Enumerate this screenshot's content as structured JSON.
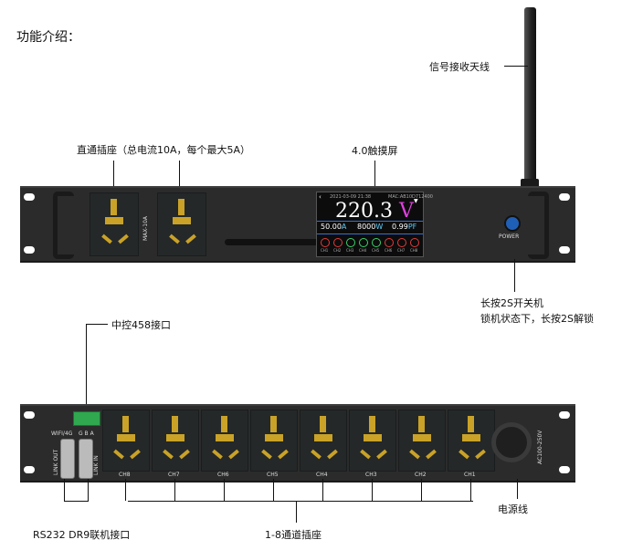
{
  "page": {
    "title": "功能介绍："
  },
  "labels": {
    "antenna": "信号接收天线",
    "direct_sockets": "直通插座（总电流10A，每个最大5A）",
    "touchscreen": "4.0触摸屏",
    "power_line1": "长按2S开关机",
    "power_line2": "锁机状态下，长按2S解锁",
    "controller_port": "中控458接口",
    "rs232": "RS232 DR9联机接口",
    "channel_sockets": "1-8通道插座",
    "power_cord": "电源线"
  },
  "front_panel": {
    "rating": "MAX-10A",
    "power_label": "POWER",
    "screen": {
      "date": "2021-03-09 21:38",
      "mac": "MAC:AB10D712400",
      "voltage": "220.3",
      "voltage_unit": "V",
      "current": "50.00",
      "current_unit": "A",
      "power": "8000",
      "power_unit": "W",
      "pf": "0.99",
      "pf_unit": "PF",
      "channels": [
        "CH1",
        "CH2",
        "CH3",
        "CH4",
        "CH5",
        "CH6",
        "CH7",
        "CH8"
      ],
      "channel_colors": [
        "#e23b3b",
        "#e23b3b",
        "#3bd16b",
        "#3bd16b",
        "#3bd16b",
        "#e23b3b",
        "#e23b3b",
        "#e23b3b"
      ]
    }
  },
  "rear_panel": {
    "wifi": "WIFI/4G",
    "gba": "G B A",
    "link_out": "LINK OUT",
    "link_in": "LINK IN",
    "channels": [
      "CH8",
      "CH7",
      "CH6",
      "CH5",
      "CH4",
      "CH3",
      "CH2",
      "CH1"
    ],
    "input_rating": "AC100-250V"
  }
}
